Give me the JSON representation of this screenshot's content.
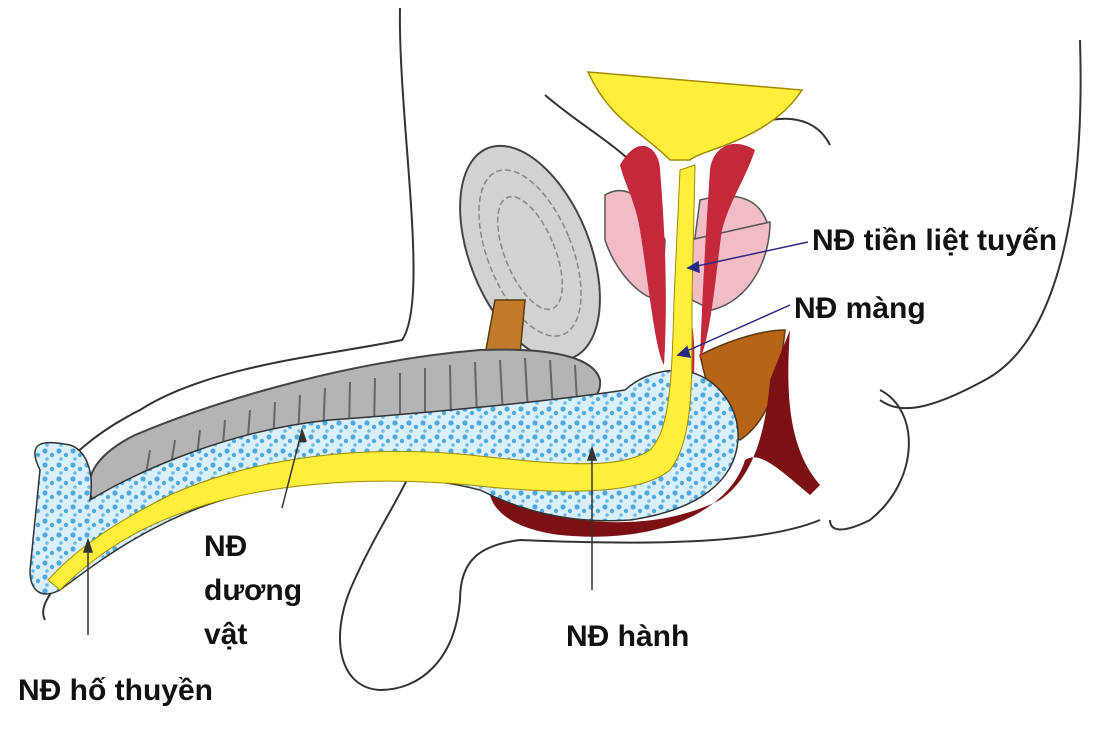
{
  "labels": {
    "prostatic": "NĐ tiền liệt tuyến",
    "membranous": "NĐ màng",
    "penile_line1": "NĐ",
    "penile_line2": "dương",
    "penile_line3": "vật",
    "bulbar": "NĐ hành",
    "fossa": "NĐ hố thuyền"
  },
  "colors": {
    "urethra": "#ffef3a",
    "spongiosum": "#62b6e6",
    "cavernosum": "#b4b4b4",
    "prostate": "#f2bcc6",
    "muscle": "#c3283b",
    "bulb_rim": "#7c1015",
    "ligament": "#c07a2a",
    "arrow": "#2a2a85"
  }
}
